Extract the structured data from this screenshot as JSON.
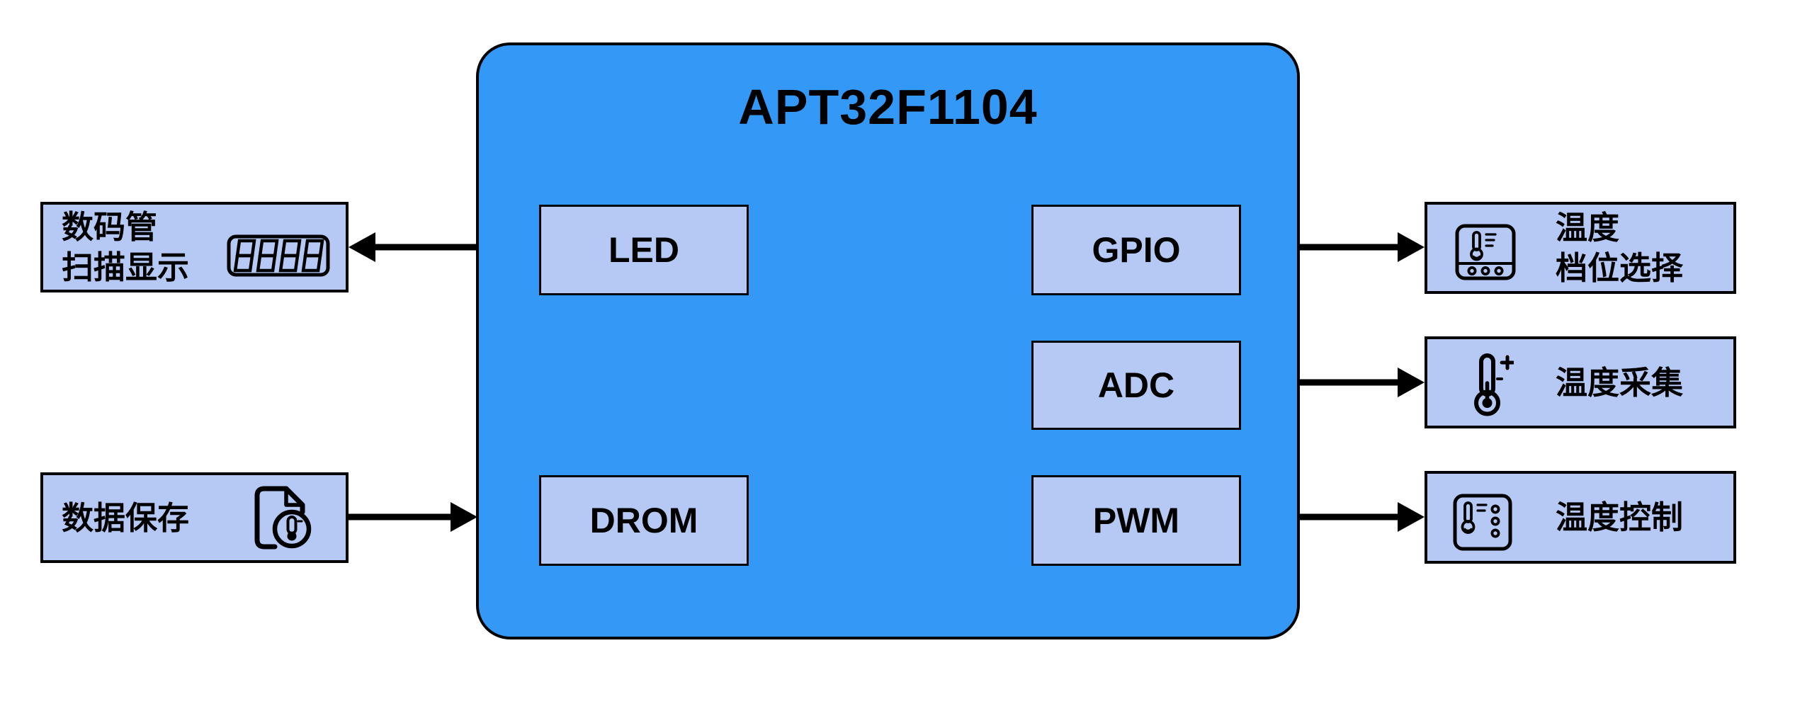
{
  "chip": {
    "title": "APT32F1104",
    "blocks": [
      {
        "id": "led",
        "label": "LED"
      },
      {
        "id": "gpio",
        "label": "GPIO"
      },
      {
        "id": "adc",
        "label": "ADC"
      },
      {
        "id": "drom",
        "label": "DROM"
      },
      {
        "id": "pwm",
        "label": "PWM"
      }
    ]
  },
  "peripherals": {
    "left": [
      {
        "id": "digit-display",
        "lines": [
          "数码管",
          "扫描显示"
        ],
        "icon": "seven-segment-display-icon",
        "icon_digits": "8888",
        "arrow_direction": "chip-to-peripheral",
        "connected_block": "LED"
      },
      {
        "id": "data-save",
        "lines": [
          "数据保存"
        ],
        "icon": "document-thermometer-icon",
        "arrow_direction": "peripheral-to-chip",
        "connected_block": "DROM"
      }
    ],
    "right": [
      {
        "id": "temp-gear-select",
        "lines": [
          "温度",
          "档位选择"
        ],
        "icon": "thermostat-panel-icon",
        "arrow_direction": "chip-to-peripheral",
        "connected_block": "GPIO"
      },
      {
        "id": "temp-collect",
        "lines": [
          "温度采集"
        ],
        "icon": "thermometer-plus-icon",
        "arrow_direction": "chip-to-peripheral",
        "connected_block": "ADC"
      },
      {
        "id": "temp-control",
        "lines": [
          "温度控制"
        ],
        "icon": "thermostat-dots-icon",
        "arrow_direction": "chip-to-peripheral",
        "connected_block": "PWM"
      }
    ]
  },
  "colors": {
    "chip_fill": "#3498F7",
    "box_fill": "#B6C9F5",
    "line": "#000000",
    "text": "#000000",
    "background": "#FFFFFF"
  }
}
